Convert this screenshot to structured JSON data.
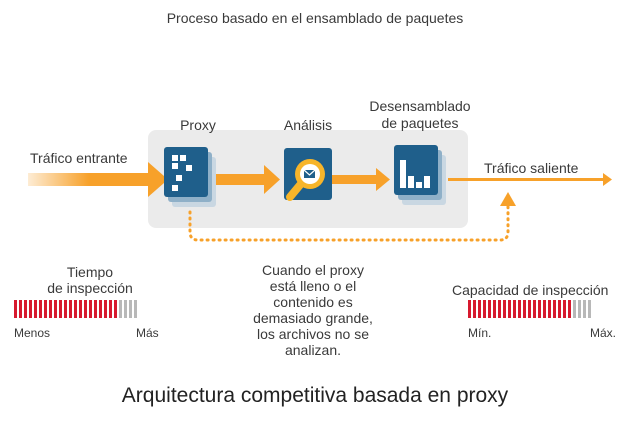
{
  "top_title": "Proceso basado en el ensamblado de paquetes",
  "bottom_title": "Arquitectura competitiva basada en proxy",
  "flow": {
    "in_label": "Tráfico entrante",
    "out_label": "Tráfico saliente",
    "stages": [
      {
        "label": "Proxy",
        "icon": "proxy-icon"
      },
      {
        "label": "Análisis",
        "icon": "analysis-magnifier-icon"
      },
      {
        "label": "Desensamblado de paquetes",
        "label_line1": "Desensamblado",
        "label_line2": "de paquetes",
        "icon": "packet-disassembly-icon"
      }
    ],
    "note_lines": [
      "Cuando el proxy",
      "está lleno o el",
      "contenido es",
      "demasiado grande,",
      "los archivos no se",
      "analizan."
    ]
  },
  "gauges": {
    "time": {
      "title_line1": "Tiempo",
      "title_line2": "de inspección",
      "min_label": "Menos",
      "max_label": "Más",
      "total_bars": 25,
      "filled_fraction": 0.84
    },
    "capacity": {
      "title": "Capacidad de inspección",
      "min_label": "Mín.",
      "max_label": "Máx.",
      "total_bars": 25,
      "filled_fraction": 0.84
    }
  },
  "colors": {
    "arrow_orange": "#f7a12a",
    "box_blue": "#1f5f8b",
    "box_back": "#c9d7e2",
    "stage_bg": "#ebebeb",
    "gauge_red": "#d7192e",
    "gauge_gray": "#b8b8b8",
    "magnifier_yellow": "#f7b52a"
  }
}
